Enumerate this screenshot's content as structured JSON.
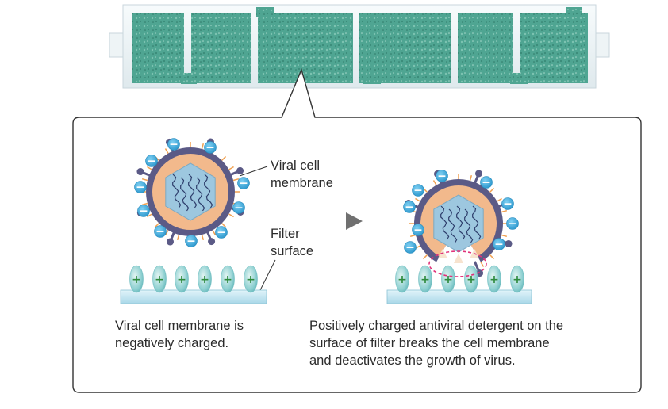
{
  "labels": {
    "viral_membrane": "Viral cell\nmembrane",
    "filter_surface": "Filter\nsurface",
    "caption_left": "Viral cell membrane is\nnegatively charged.",
    "caption_right": "Positively charged antiviral detergent on the\nsurface of filter breaks the cell membrane\nand deactivates the growth of virus."
  },
  "charges": {
    "negative": "−",
    "positive": "+"
  },
  "colors": {
    "filter_media": "#4fa592",
    "filter_frame": "#eaf1f3",
    "virus_outer": "#5b5a86",
    "virus_ring": "#f2b98c",
    "virus_core": "#9dc7df",
    "negative_charge": "#3aa7d9",
    "positive_charge": "#8ccfd0",
    "filter_surface": "#bfe3ee"
  }
}
